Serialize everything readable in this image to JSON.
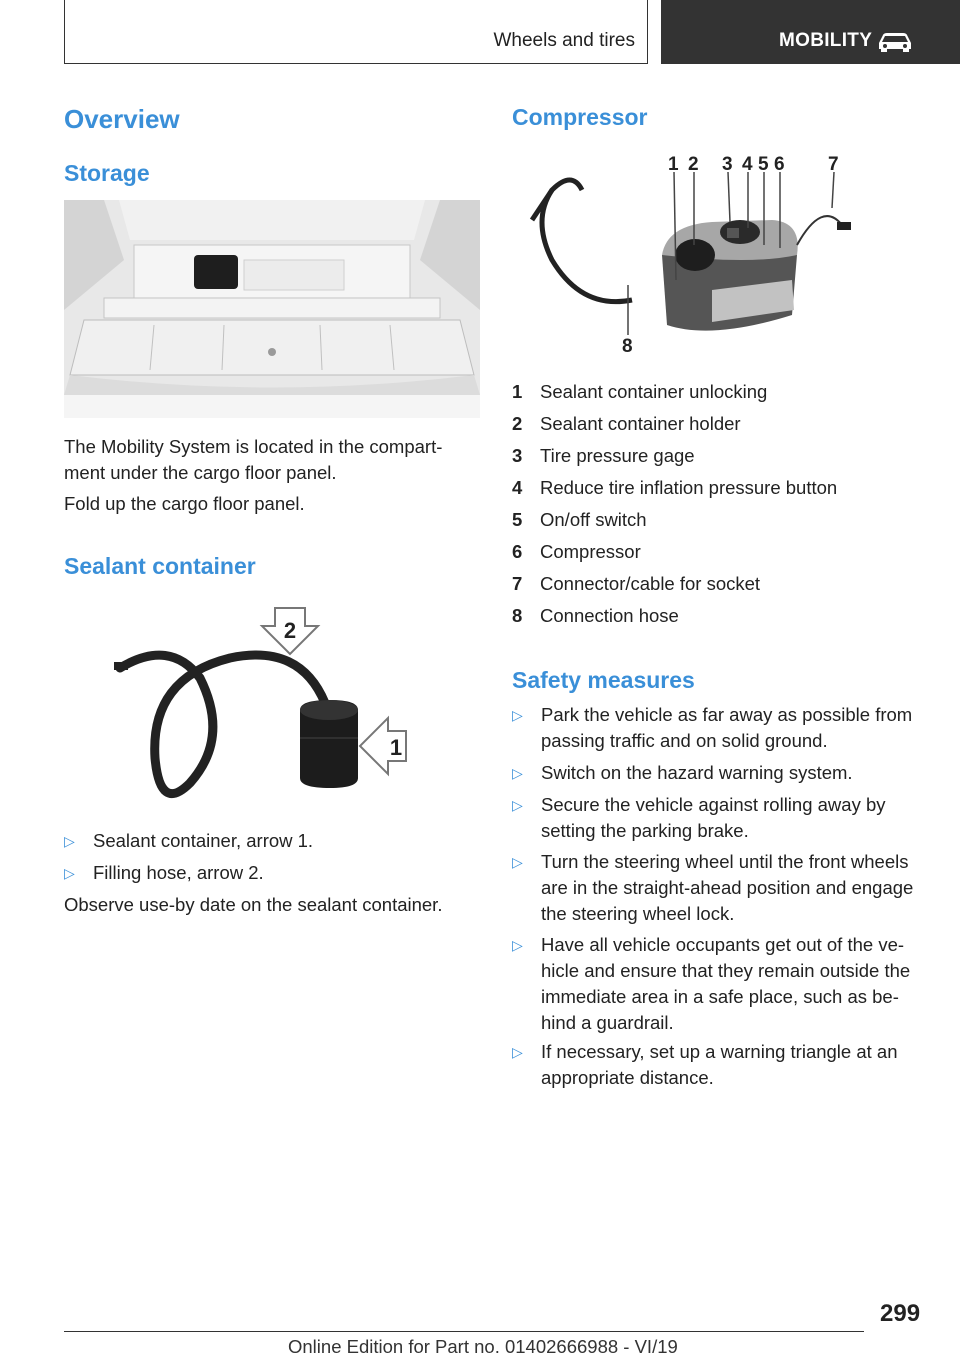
{
  "header": {
    "section": "Wheels and tires",
    "chapter": "MOBILITY",
    "chapter_icon": "car-icon"
  },
  "left": {
    "overview_title": "Overview",
    "storage_title": "Storage",
    "storage_text1": "The Mobility System is located in the compart-ment under the cargo floor panel.",
    "storage_text2": "Fold up the cargo floor panel.",
    "sealant_title": "Sealant container",
    "sealant_fig_labels": [
      "2",
      "1"
    ],
    "sealant_bullets": [
      "Sealant container, arrow 1.",
      "Filling hose, arrow 2."
    ],
    "sealant_note": "Observe use-by date on the sealant container."
  },
  "right": {
    "compressor_title": "Compressor",
    "compressor_fig_labels": [
      "1",
      "2",
      "3",
      "4",
      "5",
      "6",
      "7",
      "8"
    ],
    "legend": [
      {
        "num": "1",
        "text": "Sealant container unlocking"
      },
      {
        "num": "2",
        "text": "Sealant container holder"
      },
      {
        "num": "3",
        "text": "Tire pressure gage"
      },
      {
        "num": "4",
        "text": "Reduce tire inflation pressure button"
      },
      {
        "num": "5",
        "text": "On/off switch"
      },
      {
        "num": "6",
        "text": "Compressor"
      },
      {
        "num": "7",
        "text": "Connector/cable for socket"
      },
      {
        "num": "8",
        "text": "Connection hose"
      }
    ],
    "safety_title": "Safety measures",
    "safety_bullets": [
      "Park the vehicle as far away as possible from passing traffic and on solid ground.",
      "Switch on the hazard warning system.",
      "Secure the vehicle against rolling away by setting the parking brake.",
      "Turn the steering wheel until the front wheels are in the straight-ahead position and engage the steering wheel lock.",
      "Have all vehicle occupants get out of the ve-hicle and ensure that they remain outside the immediate area in a safe place, such as be-hind a guardrail.",
      "If necessary, set up a warning triangle at an appropriate distance."
    ]
  },
  "footer": {
    "page": "299",
    "edition": "Online Edition for Part no. 01402666988 - VI/19"
  }
}
